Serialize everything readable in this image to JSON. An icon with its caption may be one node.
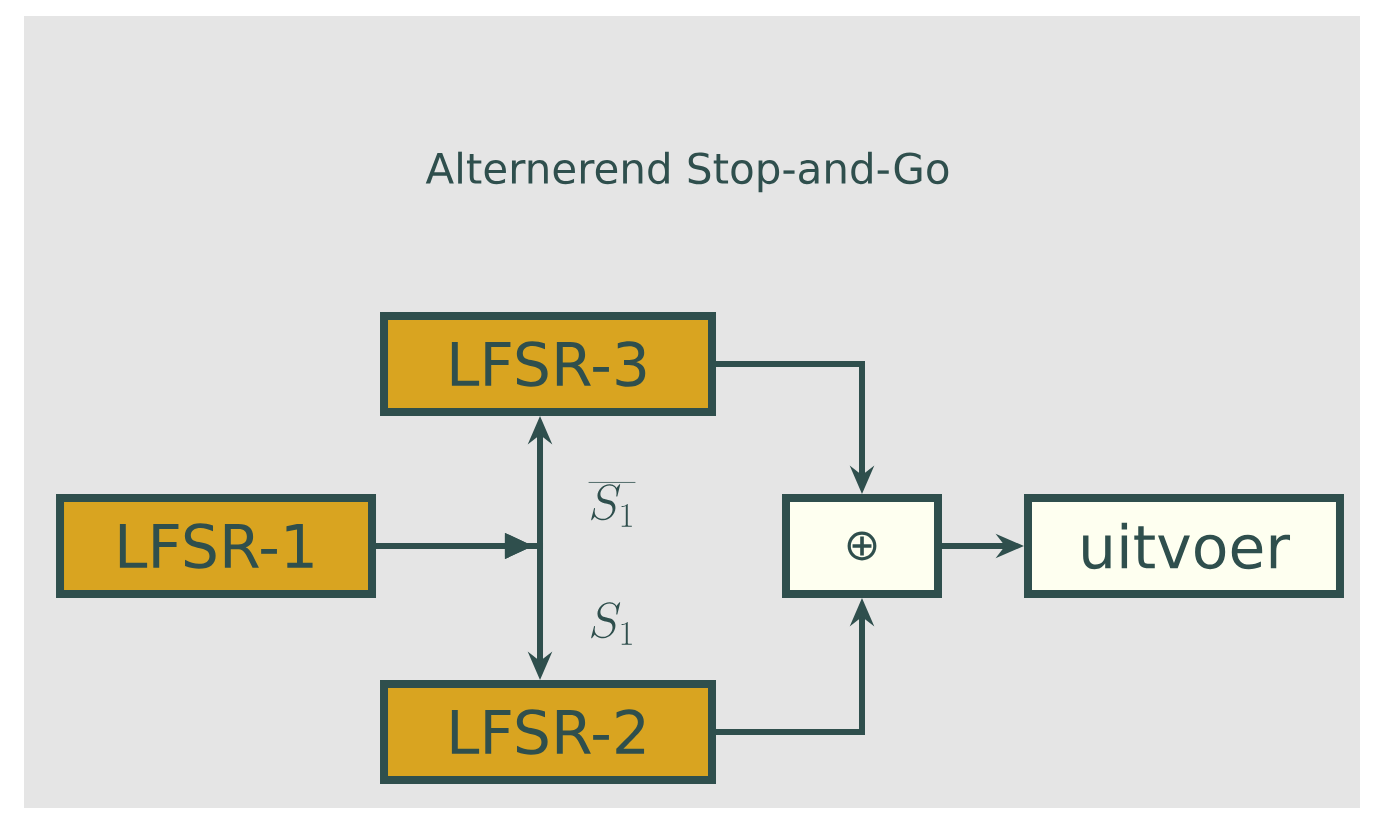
{
  "diagram": {
    "title": "Alternerend Stop-and-Go",
    "nodes": [
      {
        "text": [
          "LFSR-3"
        ]
      },
      {
        "text": [
          "LFSR-1"
        ]
      },
      {
        "text": [
          "⊕"
        ]
      },
      {
        "text": [
          "uitvoer"
        ]
      },
      {
        "text": [
          "LFSR-2"
        ]
      }
    ],
    "edges": [
      {
        "from": 1,
        "to": 0,
        "arrow": "to",
        "label": "\\overline{S_1}"
      },
      {
        "from": 1,
        "to": 4,
        "arrow": "to",
        "label": "S_1"
      },
      {
        "from": 0,
        "to": 2,
        "arrow": "to"
      },
      {
        "from": 4,
        "to": 2,
        "arrow": "to"
      },
      {
        "from": 2,
        "to": 3,
        "arrow": "to"
      }
    ]
  }
}
